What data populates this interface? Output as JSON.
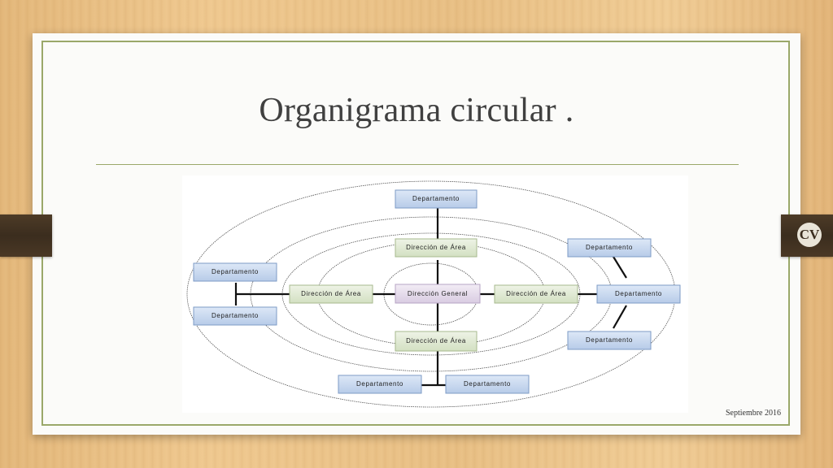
{
  "slide": {
    "title": "Organigrama circular .",
    "footer": "Septiembre 2016",
    "logo_text": "CV"
  },
  "diagram": {
    "center": "Dirección General",
    "areas": {
      "top": "Dirección de Área",
      "left": "Dirección de Área",
      "right": "Dirección de Área",
      "bottom": "Dirección de Área"
    },
    "departments": {
      "top": "Departamento",
      "left_top": "Departamento",
      "left_bottom": "Departamento",
      "right_top": "Departamento",
      "right_middle": "Departamento",
      "right_bottom": "Departamento",
      "bottom_left": "Departamento",
      "bottom_right": "Departamento"
    }
  },
  "colors": {
    "frame": "#9aa86a",
    "department_box": "#c9d9f0",
    "area_box": "#e2ebd6",
    "center_box": "#e6dcec"
  }
}
